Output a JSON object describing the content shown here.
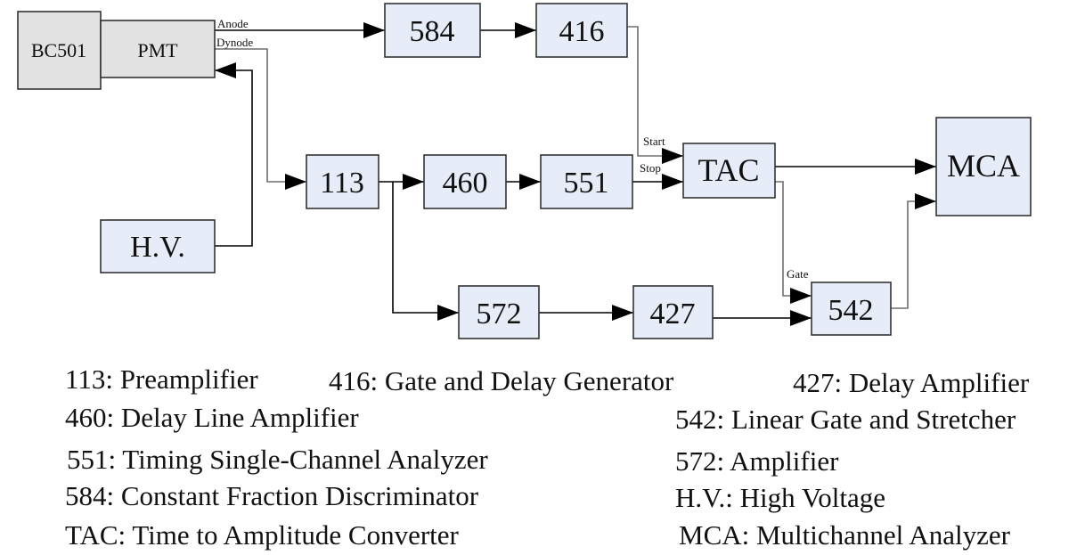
{
  "colors": {
    "box_blue": "#e6edf8",
    "box_gray": "#e2e2e2",
    "border": "#333333",
    "line_black": "#000000",
    "line_gray": "#6e6e6e"
  },
  "blocks": {
    "bc501": "BC501",
    "pmt": "PMT",
    "b584": "584",
    "b416": "416",
    "b113": "113",
    "b460": "460",
    "b551": "551",
    "tac": "TAC",
    "mca": "MCA",
    "hv": "H.V.",
    "b572": "572",
    "b427": "427",
    "b542": "542"
  },
  "signal_labels": {
    "anode": "Anode",
    "dynode": "Dynode",
    "start": "Start",
    "stop": "Stop",
    "gate": "Gate"
  },
  "legend": [
    "113: Preamplifier",
    "416: Gate and Delay Generator",
    "427: Delay Amplifier",
    "460: Delay Line Amplifier",
    "542: Linear Gate and Stretcher",
    "551: Timing Single-Channel Analyzer",
    "572: Amplifier",
    "584: Constant Fraction Discriminator",
    "H.V.: High Voltage",
    "TAC: Time to Amplitude Converter",
    "MCA: Multichannel Analyzer"
  ],
  "connections": [
    {
      "from": "PMT (Anode)",
      "to": "584"
    },
    {
      "from": "584",
      "to": "416"
    },
    {
      "from": "416",
      "to": "TAC (Start)"
    },
    {
      "from": "PMT (Dynode)",
      "to": "113"
    },
    {
      "from": "H.V.",
      "to": "PMT"
    },
    {
      "from": "113",
      "to": "460"
    },
    {
      "from": "460",
      "to": "551"
    },
    {
      "from": "551",
      "to": "TAC (Stop)"
    },
    {
      "from": "113",
      "to": "572"
    },
    {
      "from": "572",
      "to": "427"
    },
    {
      "from": "427",
      "to": "542"
    },
    {
      "from": "TAC",
      "to": "MCA"
    },
    {
      "from": "TAC",
      "to": "542 (Gate)"
    },
    {
      "from": "542",
      "to": "MCA"
    }
  ]
}
